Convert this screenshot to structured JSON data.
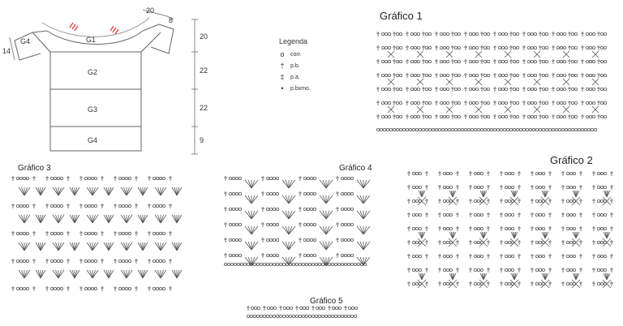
{
  "garment": {
    "sections": [
      "G1",
      "G2",
      "G3",
      "G4"
    ],
    "sleeve_label": "G4",
    "dims": {
      "top_width": "20",
      "shoulder": "8",
      "sleeve": "14",
      "g1": "20",
      "g2": "22",
      "g3": "22",
      "g4": "9"
    }
  },
  "legend": {
    "title": "Legenda",
    "items": [
      {
        "symbol": "o",
        "label": "corr."
      },
      {
        "symbol": "†",
        "label": "p.b."
      },
      {
        "symbol": "‡",
        "label": "p.a."
      },
      {
        "symbol": "•",
        "label": "p.bxmo."
      }
    ]
  },
  "charts": {
    "g1": {
      "title": "Gráfico 1"
    },
    "g2": {
      "title": "Gráfico 2"
    },
    "g3": {
      "title": "Gráfico 3"
    },
    "g4": {
      "title": "Gráfico 4"
    },
    "g5": {
      "title": "Gráfico 5"
    }
  },
  "colors": {
    "line": "#555555",
    "accent": "#e53030"
  }
}
